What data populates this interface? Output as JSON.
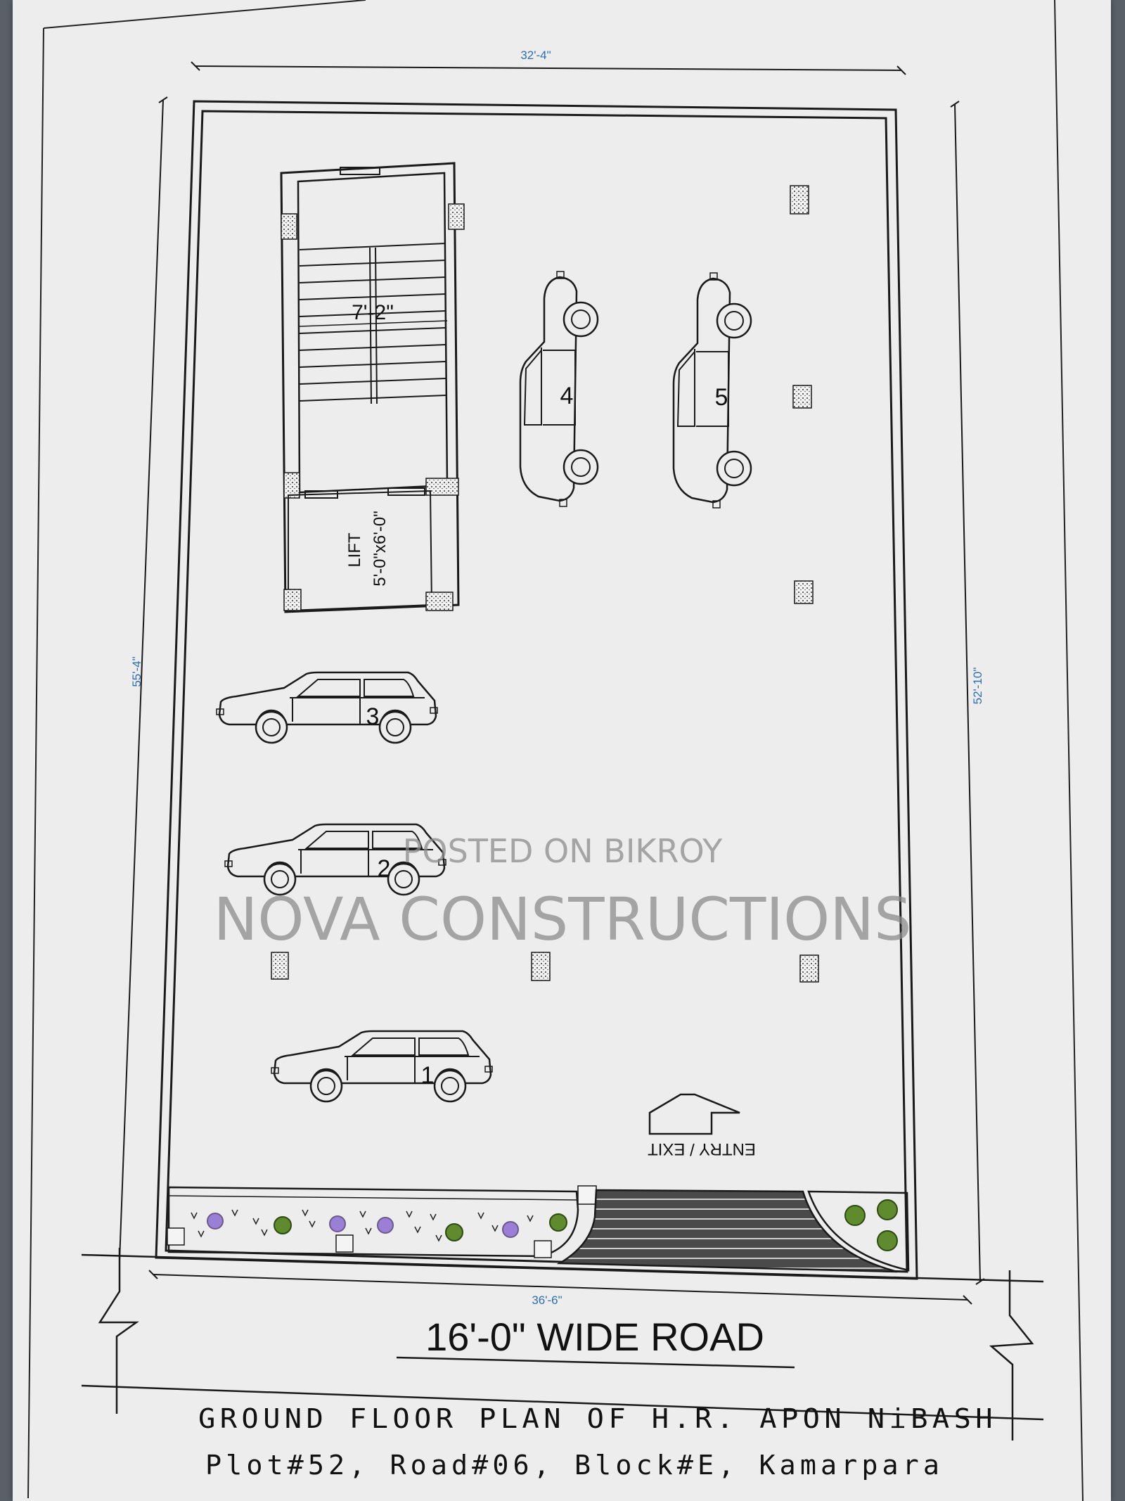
{
  "dimensions": {
    "top_width": "32'-4\"",
    "left_depth": "55'-4\"",
    "right_depth": "52'-10\"",
    "bottom_width": "36'-6\""
  },
  "stair": {
    "width_label": "7'-2\""
  },
  "lift": {
    "label": "LIFT",
    "size": "5'-0\"x6'-0\""
  },
  "cars": [
    {
      "number": "1"
    },
    {
      "number": "2"
    },
    {
      "number": "3"
    },
    {
      "number": "4"
    },
    {
      "number": "5"
    }
  ],
  "entry": {
    "label": "ENTRY / EXIT"
  },
  "road": {
    "label": "16'-0\" WIDE ROAD"
  },
  "watermark": {
    "line1": "POSTED ON BIKROY",
    "line2": "NOVA CONSTRUCTIONS"
  },
  "title": {
    "line1": "GROUND FLOOR PLAN OF H.R. APON NiBASH",
    "line2": "Plot#52, Road#06, Block#E, Kamarpara"
  },
  "colors": {
    "paper": "#ecedec",
    "line": "#1a1a1a",
    "dimension": "#2f6fb0",
    "flower": "#9b7fd6",
    "shrub": "#5f8a2e"
  }
}
